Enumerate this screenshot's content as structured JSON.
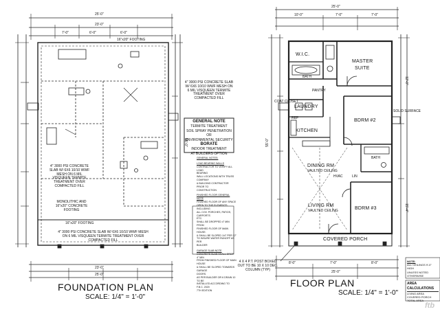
{
  "foundation": {
    "title": "FOUNDATION PLAN",
    "scale": "SCALE: 1/4\" = 1'-0\"",
    "dims": {
      "top": "25'-0\"",
      "top_inner": "23'-0\"",
      "right_depth": "55'-0\"",
      "bottom": "25'-0\"",
      "bottom_inner": "23'-0\"",
      "seg_a": "7'-0\"",
      "seg_b": "6'-0\"",
      "seg_c": "6'-0\""
    },
    "notes": {
      "slab_top": "4\" 3000 PSI CONCRETE SLAB W/ 6X6 10/10 WWF MESH ON 6 MIL VISQUEEN TERMITE TREATMENT OVER COMPACTED FILL",
      "slab_mid": "4\" 3000 PSI CONCRETE SLAB W/ 6X6 10/10 WWF MESH ON 6 MIL VISQUEEN TERMITE TREATMENT OVER COMPACTED FILL",
      "slab_bottom": "4\" 3000 PSI CONCRETE SLAB W/ 6X6 10/10 WWF MESH ON 6 MIL VISQUEEN TERMITE TREATMENT OVER COMPACTED FILL",
      "mono": "MONOLITHIC AND 16\"x20\" CONCRETE FOOTING",
      "footing_top": "16\"x20\" FOOTING",
      "footing_bottom": "16\"x20\" FOOTING"
    }
  },
  "general": {
    "box_title": "GENERAL NOTE",
    "box_lines": [
      "TERMITE TREATMENT",
      "SOIL SPRAY PENETRATION",
      "OR",
      "ENVIRONMENTAL SECURITY",
      "BORATE",
      "INDOOR TREATMENT",
      "AT BUILDERS OPTION"
    ],
    "sections": [
      {
        "title": "GENERAL NOTES:",
        "lines": []
      },
      {
        "title": "LOAD BEARING WALLS",
        "lines": [
          "CONTRACTOR TO VERIFY ALL LOAD",
          "BEARING",
          "WALL LOCATIONS WITH TRUSS",
          "COMPANY",
          "& BUILDING CONTRACTOR PRIOR TO",
          "CONSTRUCTION"
        ]
      },
      {
        "title": "FINISHED FLOOR GENERAL NOTE",
        "lines": [
          "FINISHED FLOOR OF ANY SPACE",
          "OPEN TO THE ELEMENTS INCLUDING",
          "ALL COV. PORCHES, PATIOS, CARPORTS",
          "ETC.",
          "SHALL BE DROPPED 4\" MIN FROM",
          "FINISHED FLOOR OF MAIN HOUSE.",
          "& SHALL BE SLOPED 1/4\" PER 12\"",
          "TO INSURE WATER RUNOFF AS PER",
          "BUILDER"
        ]
      },
      {
        "title": "GARAGE SLAB NOTE",
        "lines": [
          "CONCRETE SLAB SHALL DROP 4\" MIN",
          "FROM FINISHED FLOOR OF MAIN HOUSE",
          "& SHALL BE SLOPED TOWARDS GARAGE",
          "DOORS.",
          "AS PER BUILDER OR 6 DRAIN 10 TO BE",
          "INSTALLED ACCORDING TO F.B.C. 2020",
          "7TH EDITION"
        ]
      }
    ]
  },
  "floor": {
    "title": "FLOOR PLAN",
    "scale": "SCALE: 1/4\" = 1'-0\"",
    "rooms": {
      "wic": "W.I.C.",
      "master": "MASTER",
      "suite": "SUITE",
      "bath": "BATH",
      "laundry": "LAUNDRY",
      "kitchen": "KITCHEN",
      "bdrm2": "BDRM #2",
      "bath2": "BATH",
      "dining": "DINING RM",
      "living": "LIVING RM",
      "bdrm3": "BDRM #3",
      "porch": "COVERED PORCH",
      "coat": "COAT CLOSET",
      "linen": "LIN",
      "ceil_vault": "VAULTED CEILING",
      "ceil_vault2": "VAULTED CEILING",
      "hvac": "HVAC",
      "ref": "REF",
      "pantry": "PANTRY"
    },
    "dims": {
      "top": "25'-0\"",
      "top_a": "10'-0\"",
      "top_b": "7'-0\"",
      "top_c": "7'-0\"",
      "left_depth": "55'-0\"",
      "bottom": "25'-0\"",
      "bottom_a": "8'-0\"",
      "bottom_b": "7'-0\"",
      "bottom_c": "8'-0\"",
      "side_a": "12'-0\"",
      "side_b": "15'-4\""
    },
    "post_note": "4 X 4 P.T. POST BOXED OUT TO BE 10 X 10 DEC. COLUMN (TYP)",
    "solid_deck": "SOLID SURFACE"
  },
  "right_panel": {
    "note_title": "NOTE:",
    "note_lines": [
      "ALL CEILINGS 9'-0\" HIGH",
      "UNLESS NOTED OTHERWISE"
    ],
    "area_title": "AREA CALCULATIONS",
    "area_lines": [
      "LIVING AREA",
      "COVERED PORCH",
      "TOTAL AREA"
    ]
  },
  "watermark": "ftb"
}
